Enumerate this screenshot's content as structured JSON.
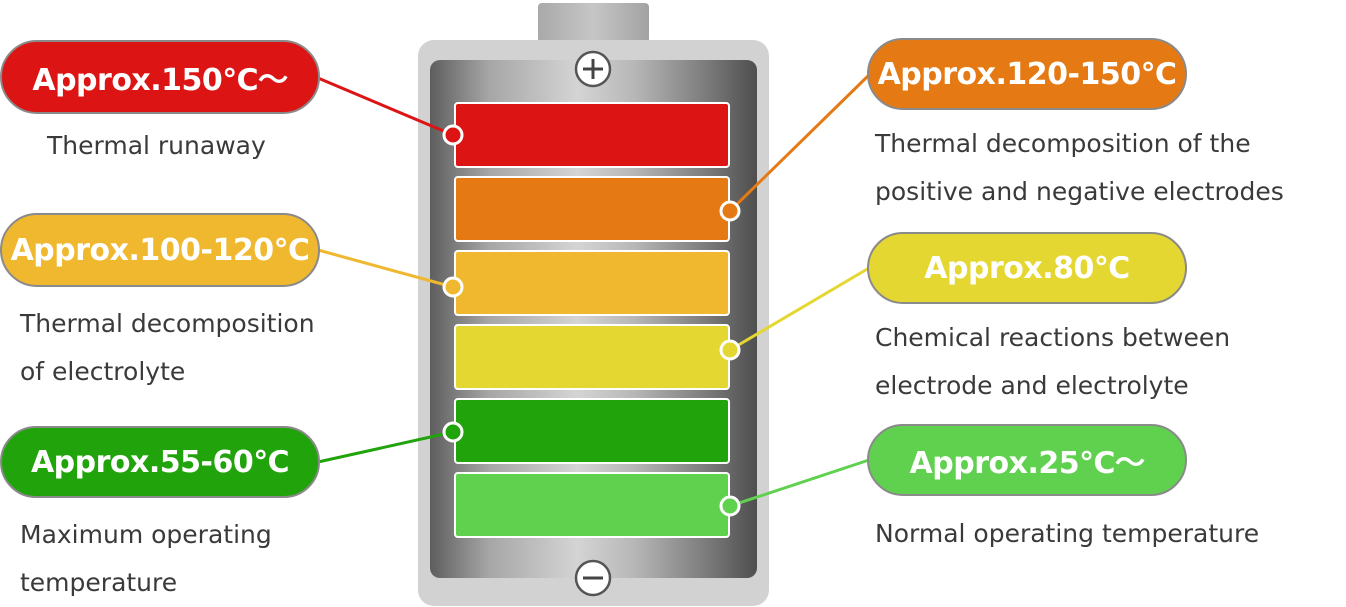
{
  "levels": [
    {
      "temp": "Approx.150℃〜",
      "lines": [
        "Thermal runaway"
      ],
      "color": "#dc1414"
    },
    {
      "temp": "Approx.120-150℃",
      "lines": [
        "Thermal decomposition of the",
        "positive and negative electrodes"
      ],
      "color": "#e57914"
    },
    {
      "temp": "Approx.100-120℃",
      "lines": [
        "Thermal decomposition",
        "of electrolyte"
      ],
      "color": "#efb82f"
    },
    {
      "temp": "Approx.80℃",
      "lines": [
        "Chemical reactions between",
        "electrode and electrolyte"
      ],
      "color": "#e5d732"
    },
    {
      "temp": "Approx.55-60℃",
      "lines": [
        "Maximum operating",
        "temperature"
      ],
      "color": "#21a30b"
    },
    {
      "temp": "Approx.25℃〜",
      "lines": [
        "Normal operating temperature"
      ],
      "color": "#5fd14f"
    }
  ],
  "icons": {
    "positive": "plus-icon",
    "negative": "minus-icon"
  }
}
